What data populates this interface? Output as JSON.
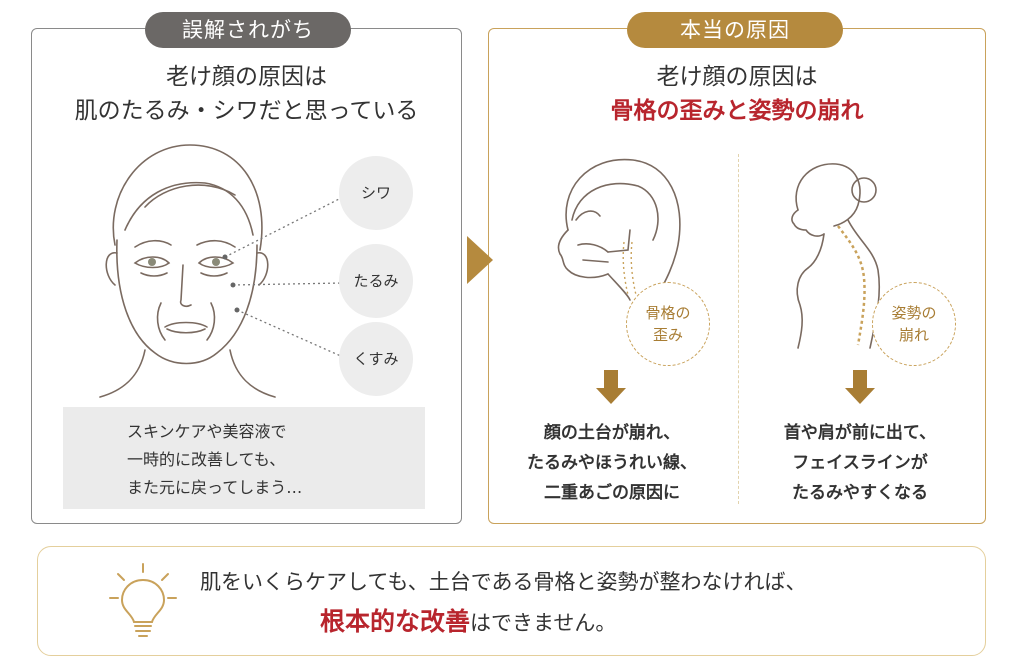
{
  "left": {
    "badge": "誤解されがち",
    "heading_line1": "老け顔の原因は",
    "heading_line2": "肌のたるみ・シワだと思っている",
    "callouts": [
      "シワ",
      "たるみ",
      "くすみ"
    ],
    "note_lines": [
      "スキンケアや美容液で",
      "一時的に改善しても、",
      "また元に戻ってしまう…"
    ]
  },
  "right": {
    "badge": "本当の原因",
    "heading_line1": "老け顔の原因は",
    "heading_line2": "骨格の歪みと姿勢の崩れ",
    "skeleton_badge": [
      "骨格の",
      "歪み"
    ],
    "posture_badge": [
      "姿勢の",
      "崩れ"
    ],
    "skeleton_result": [
      "顔の土台が崩れ、",
      "たるみやほうれい線、",
      "二重あごの原因に"
    ],
    "posture_result": [
      "首や肩が前に出て、",
      "フェイスラインが",
      "たるみやすくなる"
    ]
  },
  "bottom": {
    "line1": "肌をいくらケアしても、土台である骨格と姿勢が整わなければ、",
    "line2_emphasis": "根本的な改善",
    "line2_rest": "はできません。"
  },
  "colors": {
    "gold": "#b58a3e",
    "dark_gray": "#6b6866",
    "red": "#b8252d",
    "note_bg": "#ebebeb"
  },
  "icons": [
    "face-illustration",
    "skull-illustration",
    "posture-illustration",
    "lightbulb-icon",
    "down-arrow-icon",
    "right-arrow-icon"
  ]
}
